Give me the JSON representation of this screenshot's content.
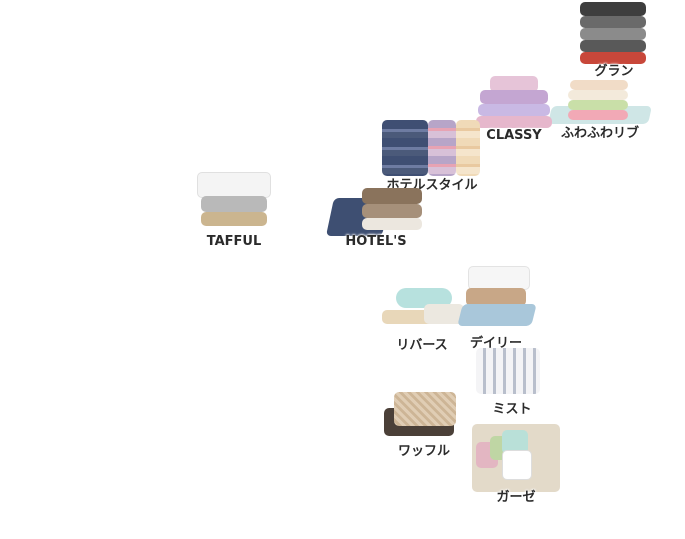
{
  "items": [
    {
      "id": "gran",
      "label": "グラン"
    },
    {
      "id": "fuwafuwa",
      "label": "ふわふわリブ"
    },
    {
      "id": "classy",
      "label": "CLASSY"
    },
    {
      "id": "hotel-style",
      "label": "ホテルスタイル"
    },
    {
      "id": "taffful",
      "label": "TAFFUL"
    },
    {
      "id": "hotel-s",
      "label": "HOTEL'S"
    },
    {
      "id": "reverse",
      "label": "リバース"
    },
    {
      "id": "daily",
      "label": "デイリー"
    },
    {
      "id": "mist",
      "label": "ミスト"
    },
    {
      "id": "waffle",
      "label": "ワッフル"
    },
    {
      "id": "gauze",
      "label": "ガーゼ"
    }
  ],
  "colors": {
    "gran": [
      "#3c3c3c",
      "#606060",
      "#8a8a8a",
      "#5b5b5b",
      "#a63a2f",
      "#d24a3a"
    ],
    "classy": [
      "#d9b4cf",
      "#bfa1cf",
      "#c8b7e2",
      "#e4c7d6"
    ],
    "hotel_style": [
      "#4b5a7a",
      "#7885a5",
      "#b2a2c2",
      "#e8a9b6",
      "#f1d6b4"
    ]
  }
}
